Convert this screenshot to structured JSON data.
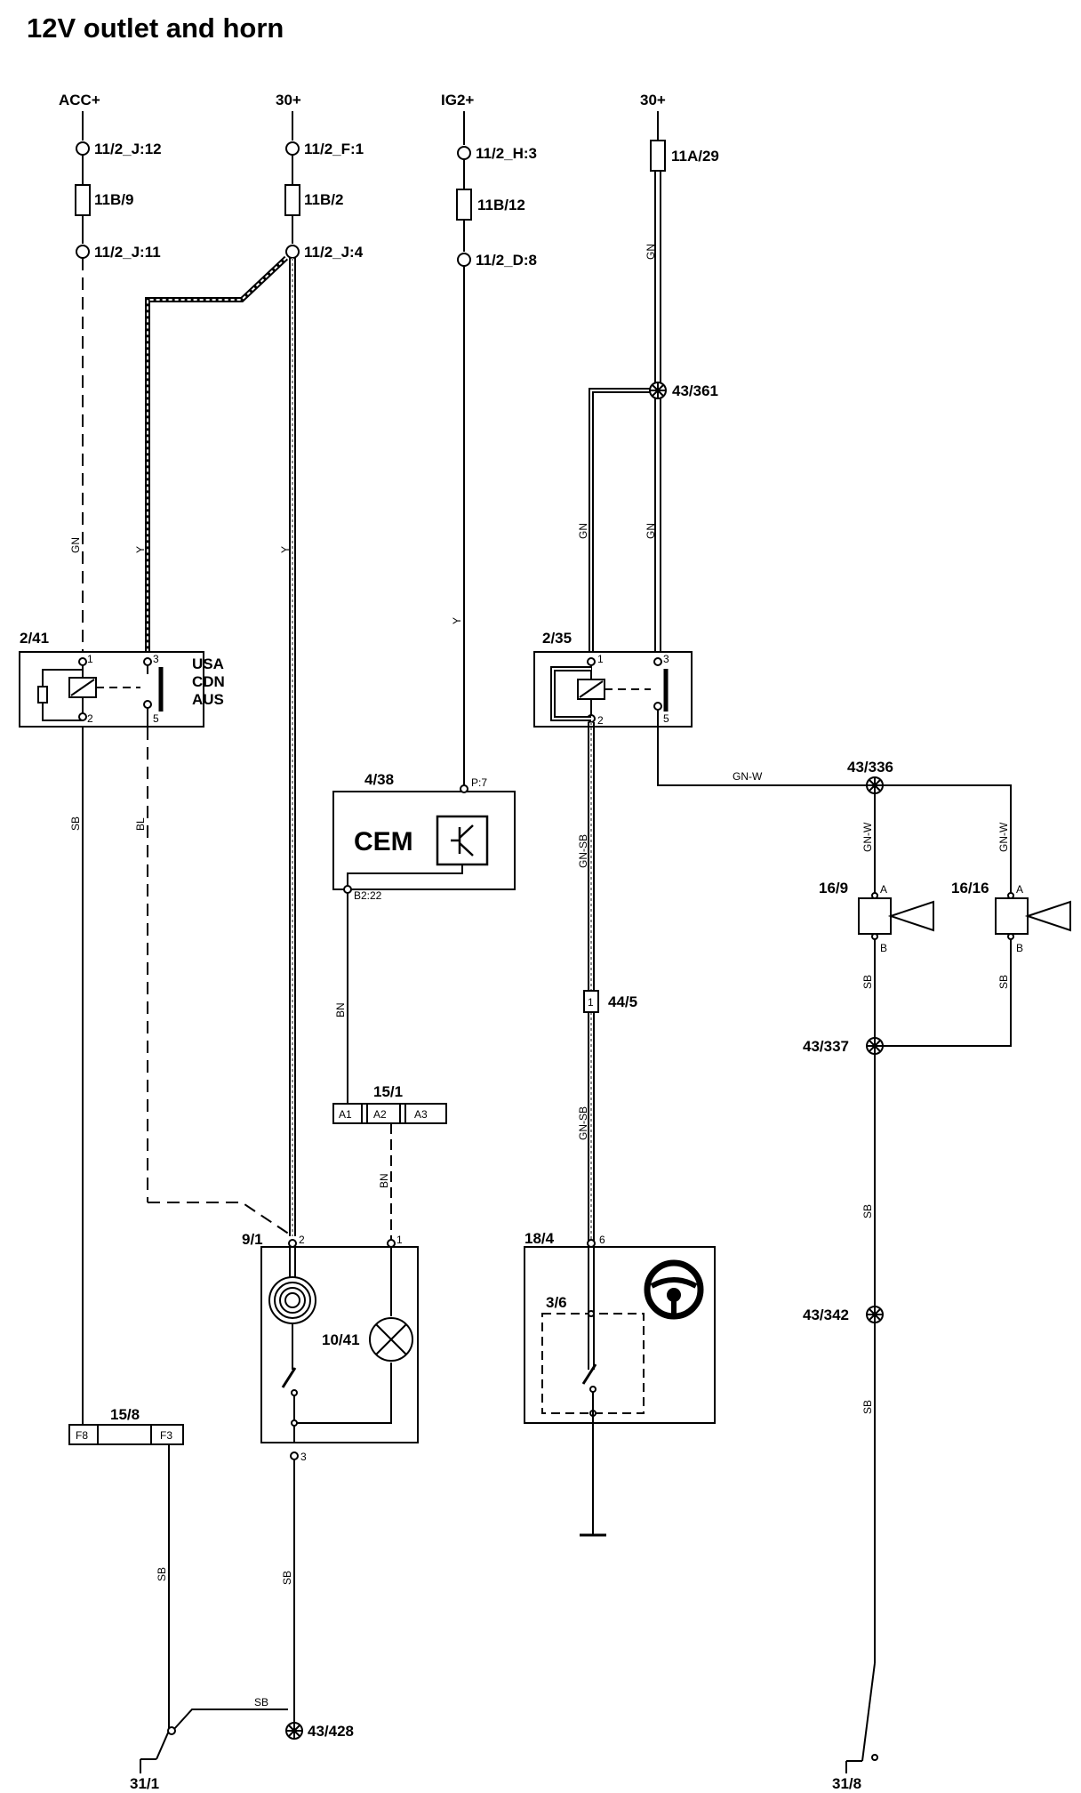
{
  "title": "12V outlet and horn",
  "supplies": {
    "acc": "ACC+",
    "b30a": "30+",
    "ig2": "IG2+",
    "b30b": "30+"
  },
  "connectors": {
    "c1": "11/2_J:12",
    "c2": "11/2_J:11",
    "c3": "11/2_F:1",
    "c4": "11/2_J:4",
    "c5": "11/2_H:3",
    "c6": "11/2_D:8"
  },
  "fuses": {
    "f1": "11B/9",
    "f2": "11B/2",
    "f3": "11B/12",
    "f4": "11A/29"
  },
  "splices": {
    "s361": "43/361",
    "s336": "43/336",
    "s337": "43/337",
    "s342": "43/342",
    "s428": "43/428",
    "s445": "44/5"
  },
  "wires": {
    "gn": "GN",
    "y": "Y",
    "sb": "SB",
    "bl": "BL",
    "bn": "BN",
    "gnsb": "GN-SB",
    "gnw": "GN-W"
  },
  "relay_241": {
    "id": "2/41",
    "pin1": "1",
    "pin2": "2",
    "pin3": "3",
    "pin5": "5",
    "markets": [
      "USA",
      "CDN",
      "AUS"
    ]
  },
  "relay_235": {
    "id": "2/35",
    "pin1": "1",
    "pin2": "2",
    "pin3": "3",
    "pin5": "5"
  },
  "cem": {
    "id": "4/38",
    "label": "CEM",
    "pin_in": "P:7",
    "pin_out": "B2:22"
  },
  "conn_151": {
    "id": "15/1",
    "a1": "A1",
    "a2": "A2",
    "a3": "A3"
  },
  "outlet_91": {
    "id": "9/1",
    "pin1": "1",
    "pin2": "2",
    "pin3": "3",
    "lamp": "10/41"
  },
  "conn_158": {
    "id": "15/8",
    "f8": "F8",
    "f3": "F3"
  },
  "sw_184": {
    "id": "18/4",
    "pin6": "6",
    "switch": "3/6"
  },
  "horns": {
    "h1": "16/9",
    "h2": "16/16",
    "pa": "A",
    "pb": "B"
  },
  "grounds": {
    "g1": "31/1",
    "g2": "31/8"
  },
  "icons": [
    "relay-coil",
    "horn-icon",
    "steering-wheel-icon",
    "lamp-icon",
    "ground-icon",
    "cigarette-lighter-icon"
  ]
}
